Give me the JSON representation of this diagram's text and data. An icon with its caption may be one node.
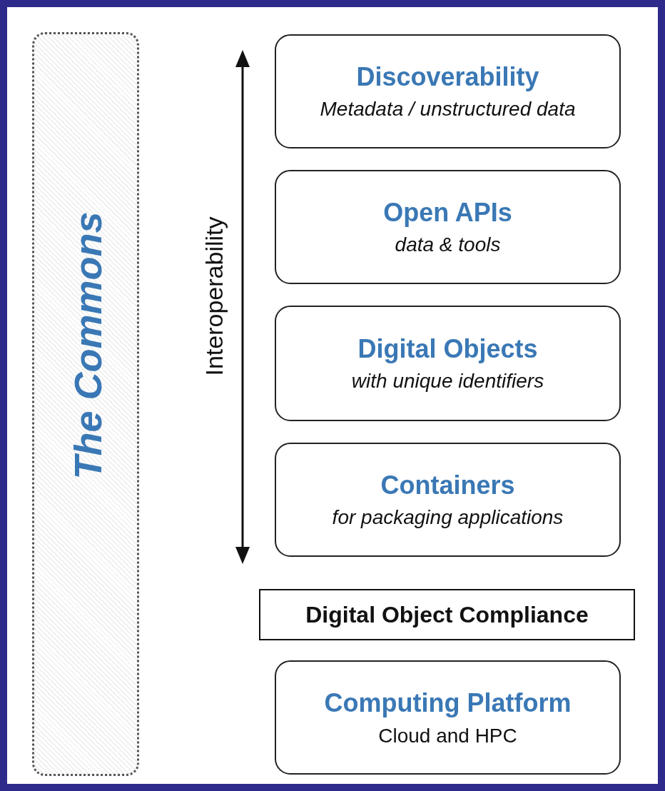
{
  "diagram": {
    "nodes": [
      {
        "text": [
          "The Commons"
        ]
      },
      {
        "text": [
          "Discoverability",
          "Metadata / unstructured data"
        ]
      },
      {
        "text": [
          "Open APIs",
          "data & tools"
        ]
      },
      {
        "text": [
          "Digital Objects",
          "with unique identifiers"
        ]
      },
      {
        "text": [
          "Containers",
          "for packaging applications"
        ]
      },
      {
        "text": [
          "Digital Object Compliance"
        ]
      },
      {
        "text": [
          "Computing Platform",
          "Cloud and HPC"
        ]
      }
    ],
    "edges": [],
    "labels": [
      "Interoperability"
    ]
  }
}
